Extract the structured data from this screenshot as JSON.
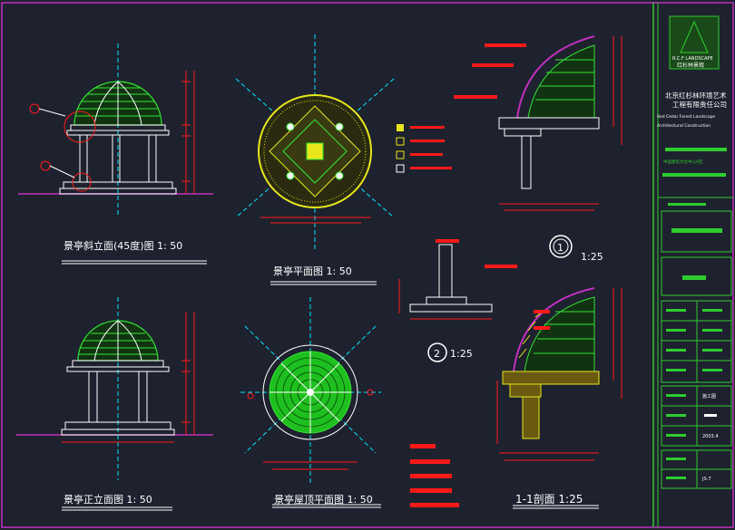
{
  "drawing_titles": {
    "oblique_elevation": "景亭斜立面(45度)图  1: 50",
    "plan": "景亭平面图  1: 50",
    "front_elevation": "景亭正立面图  1: 50",
    "roof_plan": "景亭屋顶平面图  1: 50",
    "section": "1-1剖面  1:25"
  },
  "detail_markers": {
    "marker_1_number": "1",
    "marker_1_scale": "1:25",
    "marker_2_number": "2",
    "marker_2_scale": "1:25"
  },
  "title_block": {
    "logo_text": "R.C.F LANDSCAPE",
    "logo_cn": "红杉林景观",
    "company_cn_line1": "北京红杉林环境艺术",
    "company_cn_line2": "工程有限责任公司",
    "company_en_line1": "Red Cedar Forest Landscape",
    "company_en_line2": "Architectural Construction",
    "project_line": "中国建筑文化中心A区",
    "sheet_field": "施工图",
    "date_field": "2003.4",
    "number_field": "JS-7"
  },
  "colors": {
    "background": "#1e222e",
    "frame": "#2ecc2e",
    "dimension": "#ff1a1a",
    "structure": "#ffffff",
    "roof": "#33e633",
    "hatch": "#e6e61a",
    "axis": "#00e5ff",
    "accent": "#d11ad1",
    "border_magenta": "#c030c0"
  }
}
